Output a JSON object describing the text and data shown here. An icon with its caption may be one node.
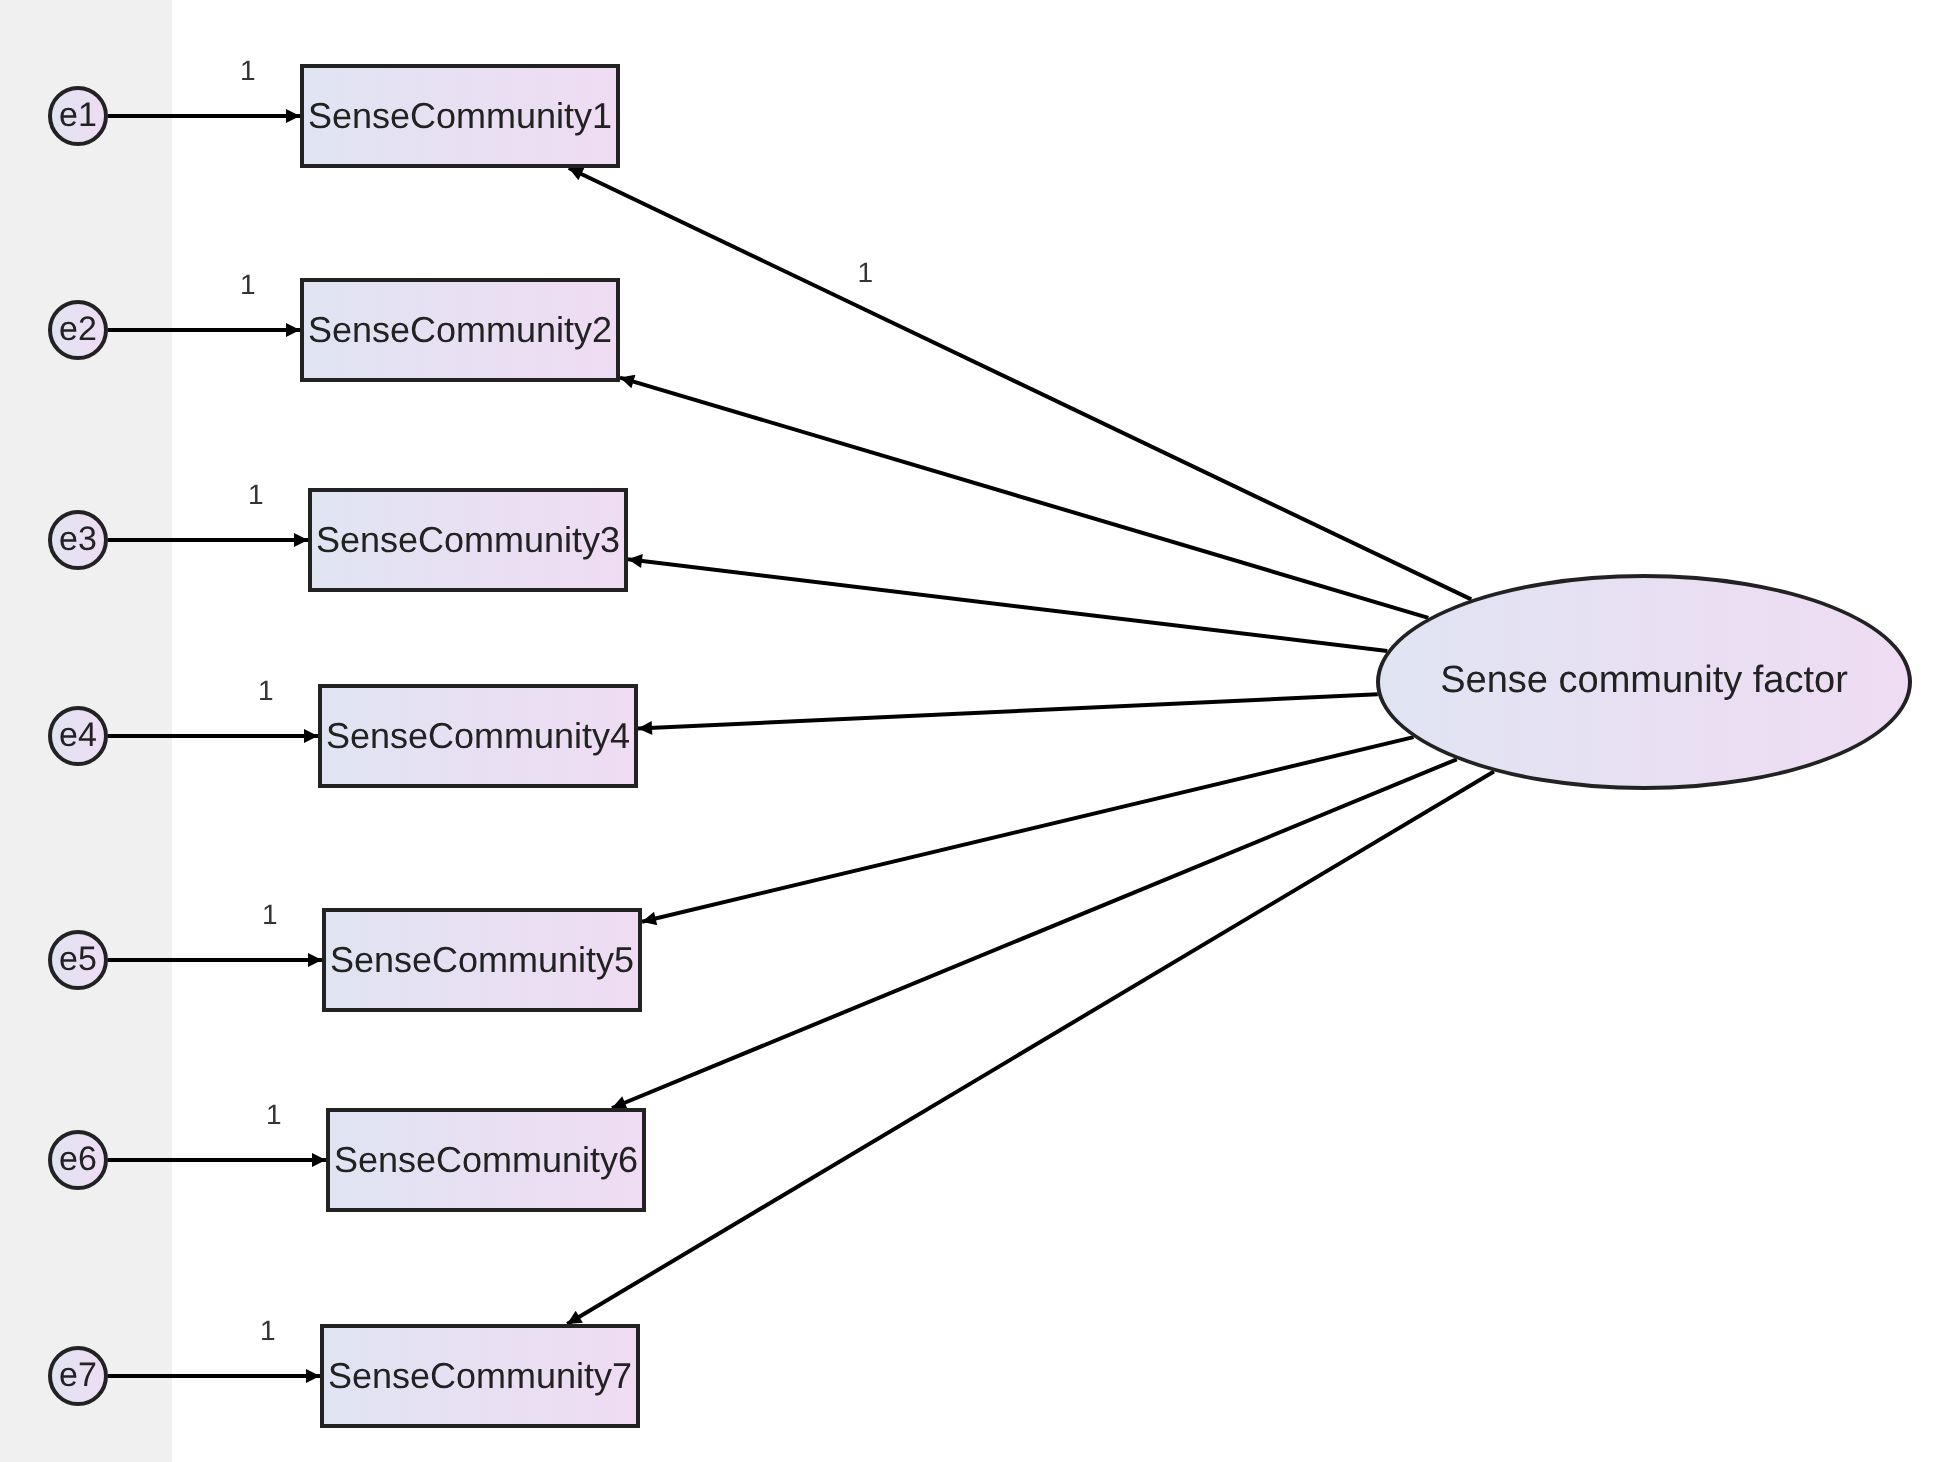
{
  "diagram": {
    "nodes": [
      {
        "text": [
          "e1"
        ]
      },
      {
        "text": [
          "e2"
        ]
      },
      {
        "text": [
          "e3"
        ]
      },
      {
        "text": [
          "e4"
        ]
      },
      {
        "text": [
          "e5"
        ]
      },
      {
        "text": [
          "e6"
        ]
      },
      {
        "text": [
          "e7"
        ]
      },
      {
        "text": [
          "SenseCommunity1"
        ]
      },
      {
        "text": [
          "SenseCommunity2"
        ]
      },
      {
        "text": [
          "SenseCommunity3"
        ]
      },
      {
        "text": [
          "SenseCommunity4"
        ]
      },
      {
        "text": [
          "SenseCommunity5"
        ]
      },
      {
        "text": [
          "SenseCommunity6"
        ]
      },
      {
        "text": [
          "SenseCommunity7"
        ]
      },
      {
        "text": [
          "Sense community factor"
        ]
      }
    ],
    "edges": [
      {
        "from": 0,
        "to": 7,
        "arrow": "to",
        "label": "1"
      },
      {
        "from": 1,
        "to": 8,
        "arrow": "to",
        "label": "1"
      },
      {
        "from": 2,
        "to": 9,
        "arrow": "to",
        "label": "1"
      },
      {
        "from": 3,
        "to": 10,
        "arrow": "to",
        "label": "1"
      },
      {
        "from": 4,
        "to": 11,
        "arrow": "to",
        "label": "1"
      },
      {
        "from": 5,
        "to": 12,
        "arrow": "to",
        "label": "1"
      },
      {
        "from": 6,
        "to": 13,
        "arrow": "to",
        "label": "1"
      },
      {
        "from": 14,
        "to": 7,
        "arrow": "to",
        "label": "1"
      },
      {
        "from": 14,
        "to": 8,
        "arrow": "to"
      },
      {
        "from": 14,
        "to": 9,
        "arrow": "to"
      },
      {
        "from": 14,
        "to": 10,
        "arrow": "to"
      },
      {
        "from": 14,
        "to": 11,
        "arrow": "to"
      },
      {
        "from": 14,
        "to": 12,
        "arrow": "to"
      },
      {
        "from": 14,
        "to": 13,
        "arrow": "to"
      }
    ]
  }
}
